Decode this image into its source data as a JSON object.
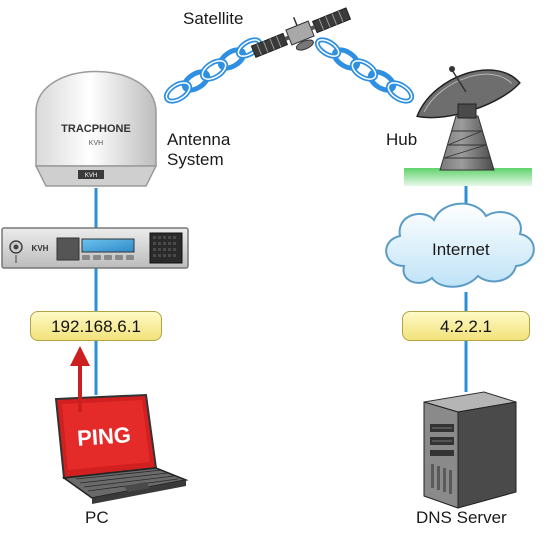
{
  "labels": {
    "satellite": "Satellite",
    "antenna_system": "Antenna System",
    "hub": "Hub",
    "internet": "Internet",
    "pc": "PC",
    "dns_server": "DNS Server"
  },
  "addresses": {
    "pc_side": "192.168.6.1",
    "dns_side": "4.2.2.1"
  },
  "ping_label": "PING",
  "antenna_brand": "TRACPHONE",
  "device_brand": "KVH",
  "colors": {
    "link_line": "#2b8fd6",
    "chain": "#2f8fe0",
    "ping_red": "#cc1f1f",
    "ground_green": "#33c24a",
    "ip_fill": "#f6ea97"
  }
}
